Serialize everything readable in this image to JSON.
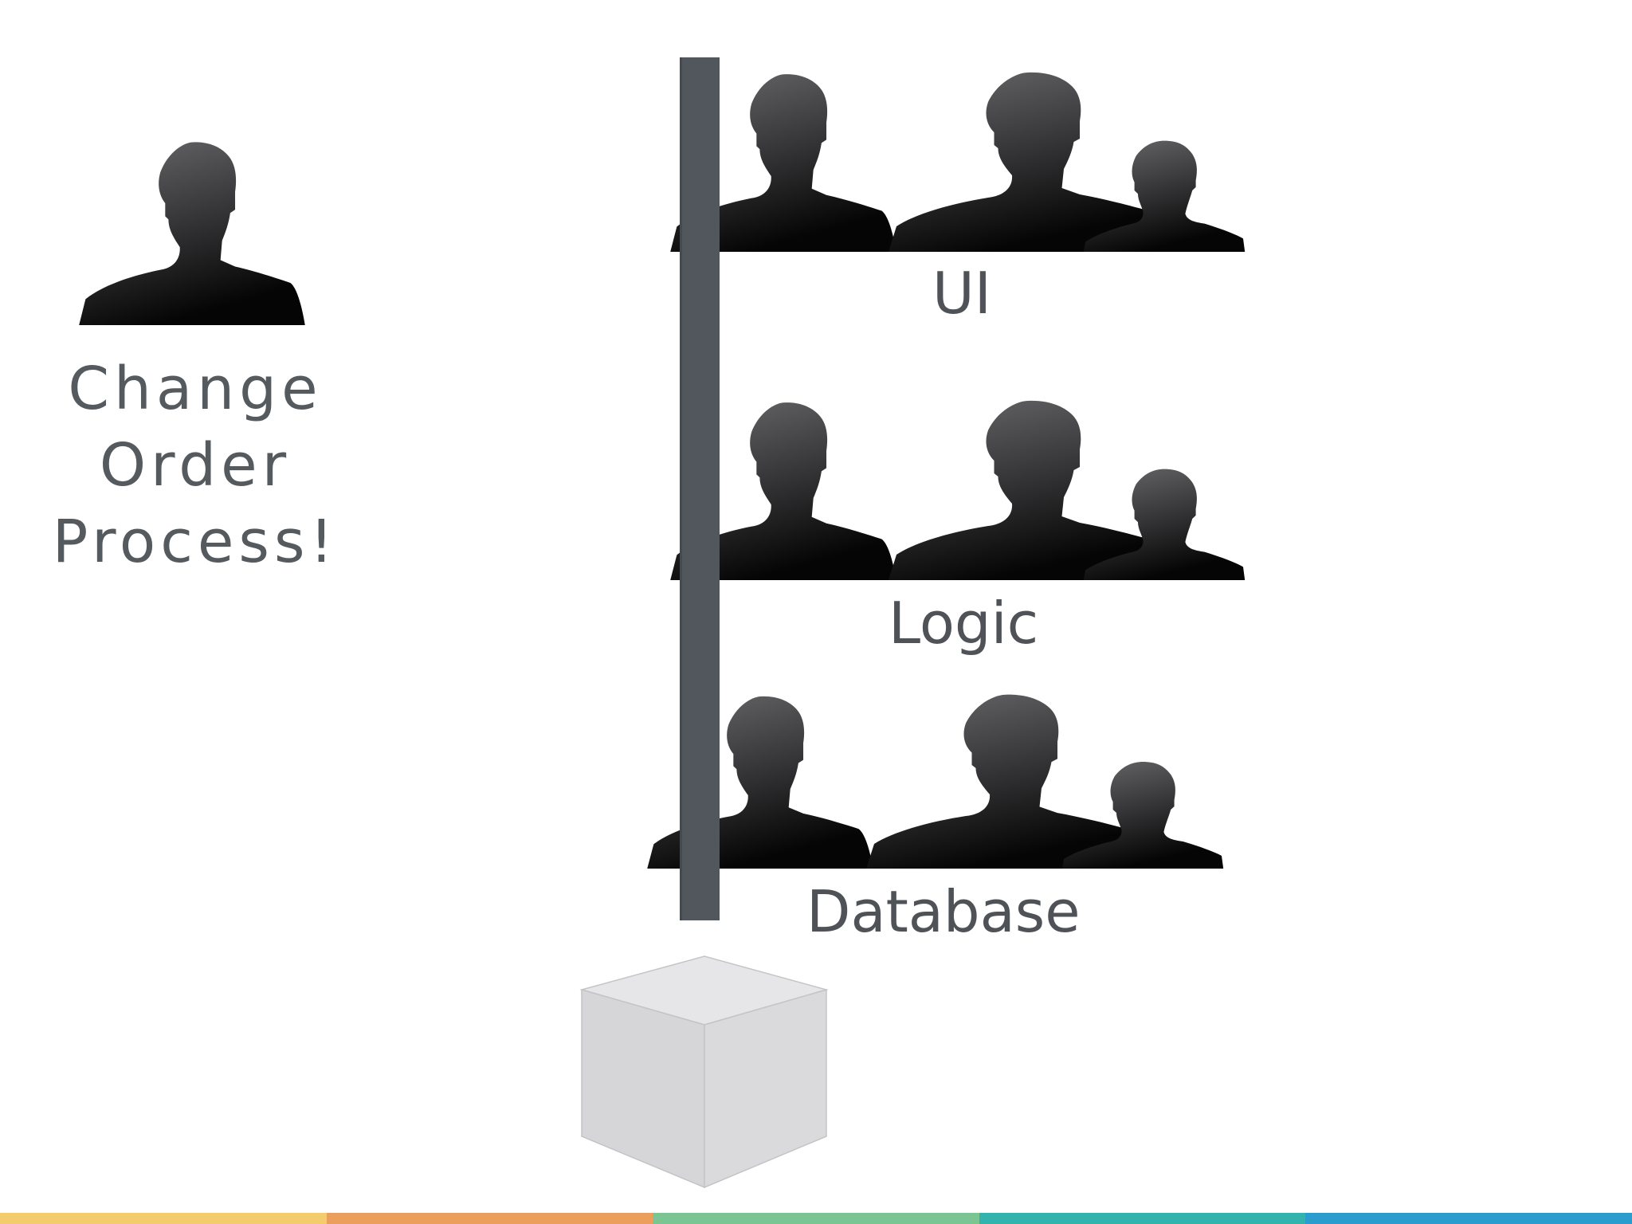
{
  "requester": {
    "lines": [
      "Change",
      "Order",
      "Process!"
    ]
  },
  "layers": [
    {
      "label": "UI"
    },
    {
      "label": "Logic"
    },
    {
      "label": "Database"
    }
  ],
  "icons": {
    "person": "person-silhouette-icon",
    "database": "database-cube-icon"
  },
  "colors": {
    "text": "#4f5358",
    "divider": "#52575d",
    "cube": "#d8d8da",
    "stripe": [
      "#f3cc6e",
      "#ec9f5d",
      "#7bc593",
      "#33b3ae",
      "#2a9ccd"
    ]
  }
}
